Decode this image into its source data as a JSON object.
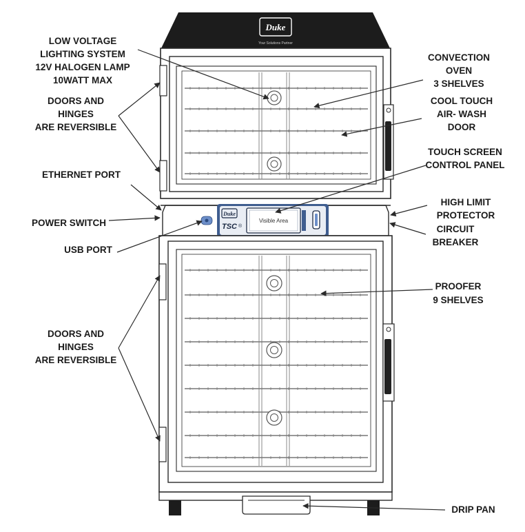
{
  "brand": {
    "logo_text": "Duke",
    "tagline": "Your Solutions Partner",
    "panel_logo": "Duke",
    "panel_model": "TSC",
    "panel_model_sub": "®"
  },
  "control_panel": {
    "screen_label": "Visible Area"
  },
  "callouts": {
    "lighting": [
      "LOW VOLTAGE",
      "LIGHTING SYSTEM",
      "12V HALOGEN LAMP",
      "10WATT MAX"
    ],
    "doors_upper": [
      "DOORS AND",
      "HINGES",
      "ARE REVERSIBLE"
    ],
    "ethernet": [
      "ETHERNET PORT"
    ],
    "power_switch": [
      "POWER SWITCH"
    ],
    "usb_port": [
      "USB PORT"
    ],
    "doors_lower": [
      "DOORS AND",
      "HINGES",
      "ARE REVERSIBLE"
    ],
    "convection_oven": [
      "CONVECTION",
      "OVEN",
      "3 SHELVES"
    ],
    "cool_touch": [
      "COOL TOUCH",
      "AIR- WASH",
      "DOOR"
    ],
    "touch_screen": [
      "TOUCH SCREEN",
      "CONTROL PANEL"
    ],
    "high_limit": [
      "HIGH LIMIT",
      "PROTECTOR"
    ],
    "circuit_breaker": [
      "CIRCUIT",
      "BREAKER"
    ],
    "proofer": [
      "PROOFER",
      "9 SHELVES"
    ],
    "drip_pan": [
      "DRIP PAN"
    ]
  },
  "colors": {
    "line": "#2a2a2a",
    "hood": "#1c1c1c",
    "panel_blue": "#3f5d8f",
    "panel_face": "#e9edf4",
    "usb_blue": "#6d8fc9"
  }
}
